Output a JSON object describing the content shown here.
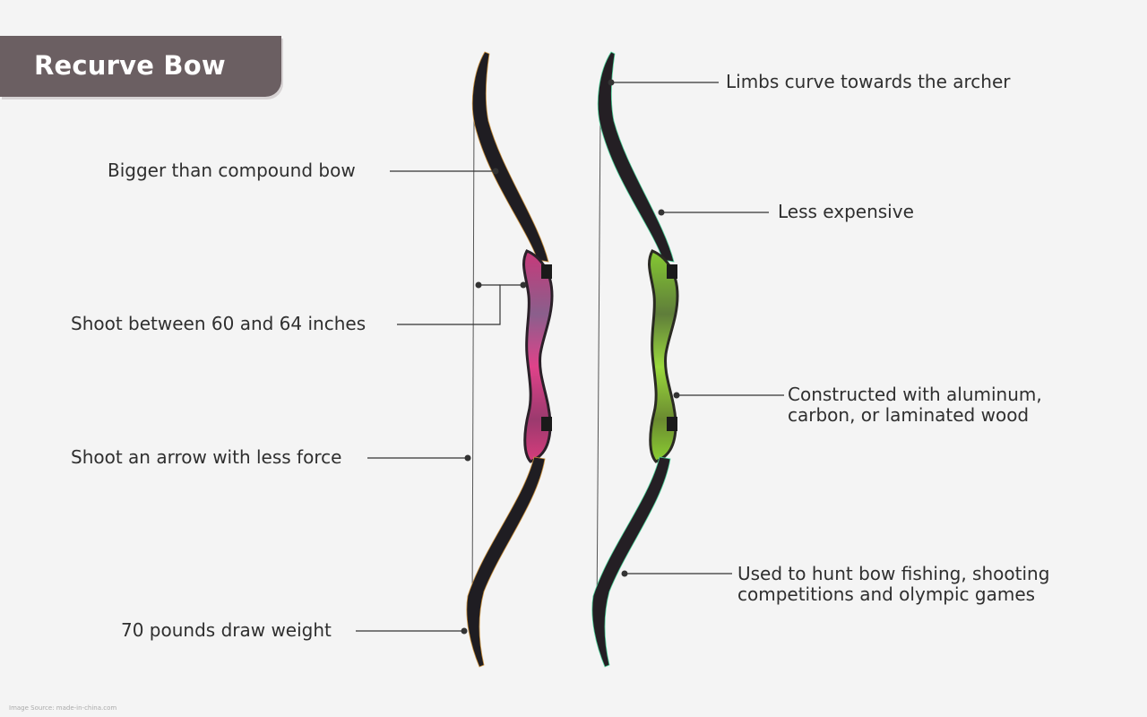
{
  "title": "Recurve Bow",
  "labels": {
    "bigger": "Bigger than compound bow",
    "shoot_range": "Shoot between 60 and 64 inches",
    "less_force": "Shoot an arrow with less force",
    "draw_weight": "70 pounds draw weight",
    "limbs": "Limbs curve towards the archer",
    "expensive": "Less expensive",
    "constructed_1": "Constructed with aluminum,",
    "constructed_2": "carbon, or laminated wood",
    "used_1": "Used to hunt bow fishing, shooting",
    "used_2": "competitions and olympic games"
  },
  "source": "Image Source: made-in-china.com",
  "colors": {
    "title_bg": "#6b5f62",
    "left_riser": "#d23a78",
    "right_riser": "#7bc42a",
    "limb": "#1f1d22"
  }
}
